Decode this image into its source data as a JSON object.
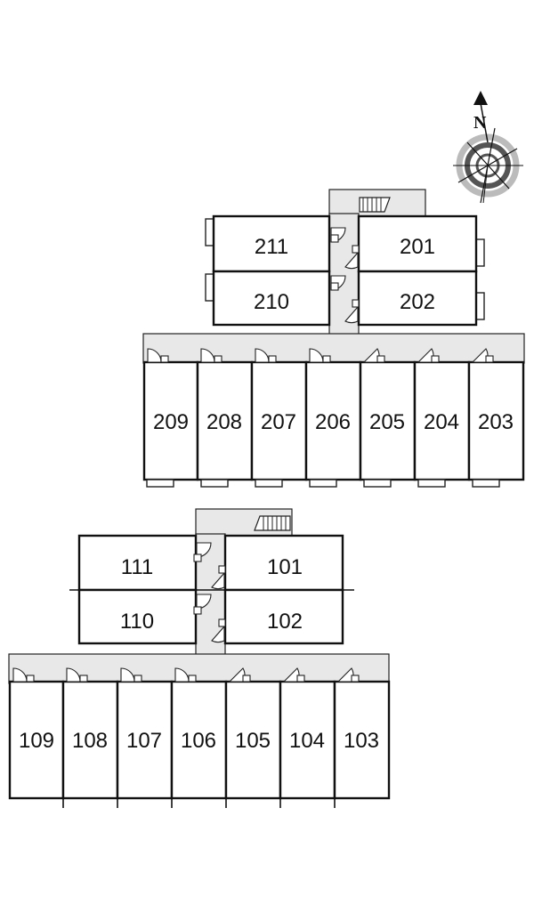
{
  "compass": {
    "icon": "north-compass-icon",
    "letter": "N",
    "ring_dark": "#555555",
    "ring_light": "#bbbbbb"
  },
  "corridor_color": "#e8e8e8",
  "floor2": {
    "units_left": [
      "211",
      "210"
    ],
    "units_right": [
      "201",
      "202"
    ],
    "units_row": [
      "209",
      "208",
      "207",
      "206",
      "205",
      "204",
      "203"
    ]
  },
  "floor1": {
    "units_left": [
      "111",
      "110"
    ],
    "units_right": [
      "101",
      "102"
    ],
    "units_row": [
      "109",
      "108",
      "107",
      "106",
      "105",
      "104",
      "103"
    ]
  }
}
